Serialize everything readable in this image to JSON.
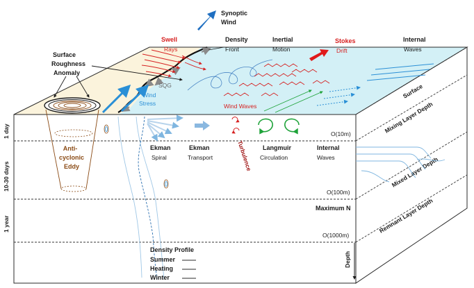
{
  "colors": {
    "ocean_surface": "#d3f0f6",
    "land_surface": "#fbf3dc",
    "red": "#d62020",
    "blue": "#2a8fd6",
    "green": "#1fa33a",
    "brown": "#8a4a14",
    "dark_red": "#a01515"
  },
  "labels": {
    "synoptic_wind": [
      "Synoptic",
      "Wind"
    ],
    "surface_roughness": [
      "Surface",
      "Roughness",
      "Anomaly"
    ],
    "swell": "Swell",
    "rays": "Rays",
    "density": "Density",
    "front": "Front",
    "inertial": "Inertial",
    "motion": "Motion",
    "stokes": "Stokes",
    "drift": "Drift",
    "internal_top": "Internal",
    "waves_top": "Waves",
    "sqg": "SQG",
    "wind_stress": [
      "Wind",
      "Stress"
    ],
    "wind_waves": "Wind Waves",
    "surface": "Surface",
    "mixing_layer_depth": "Mixing Layer Depth",
    "mixed_layer_depth": "Mixed Layer Depth",
    "remnant_layer_depth": "Remnant Layer Depth",
    "depth_10": "O(10m)",
    "depth_100": "O(100m)",
    "depth_1000": "O(1000m)",
    "maximum_n": "Maximum N",
    "ekman_spiral": [
      "Ekman",
      "Spiral"
    ],
    "ekman_transport": [
      "Ekman",
      "Transport"
    ],
    "turbulence": "Turbulence",
    "langmuir": [
      "Langmuir",
      "Circulation"
    ],
    "internal_waves_mid": [
      "Internal",
      "Waves"
    ],
    "eddy": [
      "Anti-",
      "cyclonic",
      "Eddy"
    ],
    "time_1day": "1 day",
    "time_10_30": "10-30 days",
    "time_1year": "1 year",
    "depth_axis": "Depth"
  },
  "legend": {
    "title": "Density Profile",
    "items": [
      "Summer",
      "Heating",
      "Winter"
    ]
  }
}
